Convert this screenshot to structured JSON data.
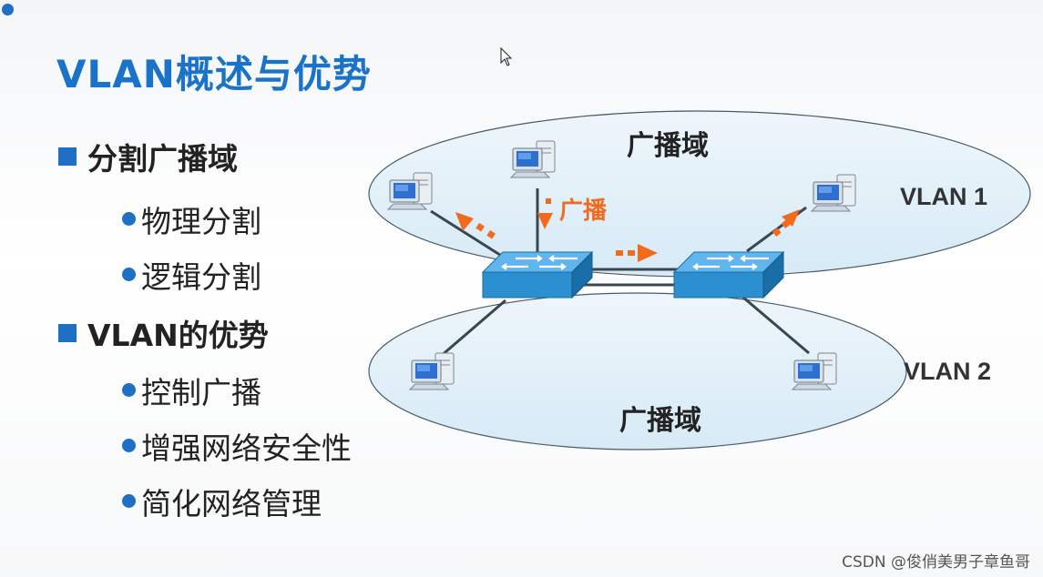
{
  "slide": {
    "title": "VLAN概述与优势",
    "sections": [
      {
        "heading": "分割广播域",
        "items": [
          "物理分割",
          "逻辑分割"
        ]
      },
      {
        "heading": "VLAN的优势",
        "items": [
          "控制广播",
          "增强网络安全性",
          "简化网络管理"
        ]
      }
    ]
  },
  "diagram": {
    "top_domain_label": "广播域",
    "bottom_domain_label": "广播域",
    "vlan1_label": "VLAN 1",
    "vlan2_label": "VLAN 2",
    "broadcast_label": "广播",
    "colors": {
      "domain_fill": "#dfeff8",
      "switch_blue": "#2b8fd0",
      "arrow_orange": "#f26b1d",
      "link_dark": "#3a4650"
    }
  },
  "watermark": "CSDN @俊俏美男子章鱼哥"
}
